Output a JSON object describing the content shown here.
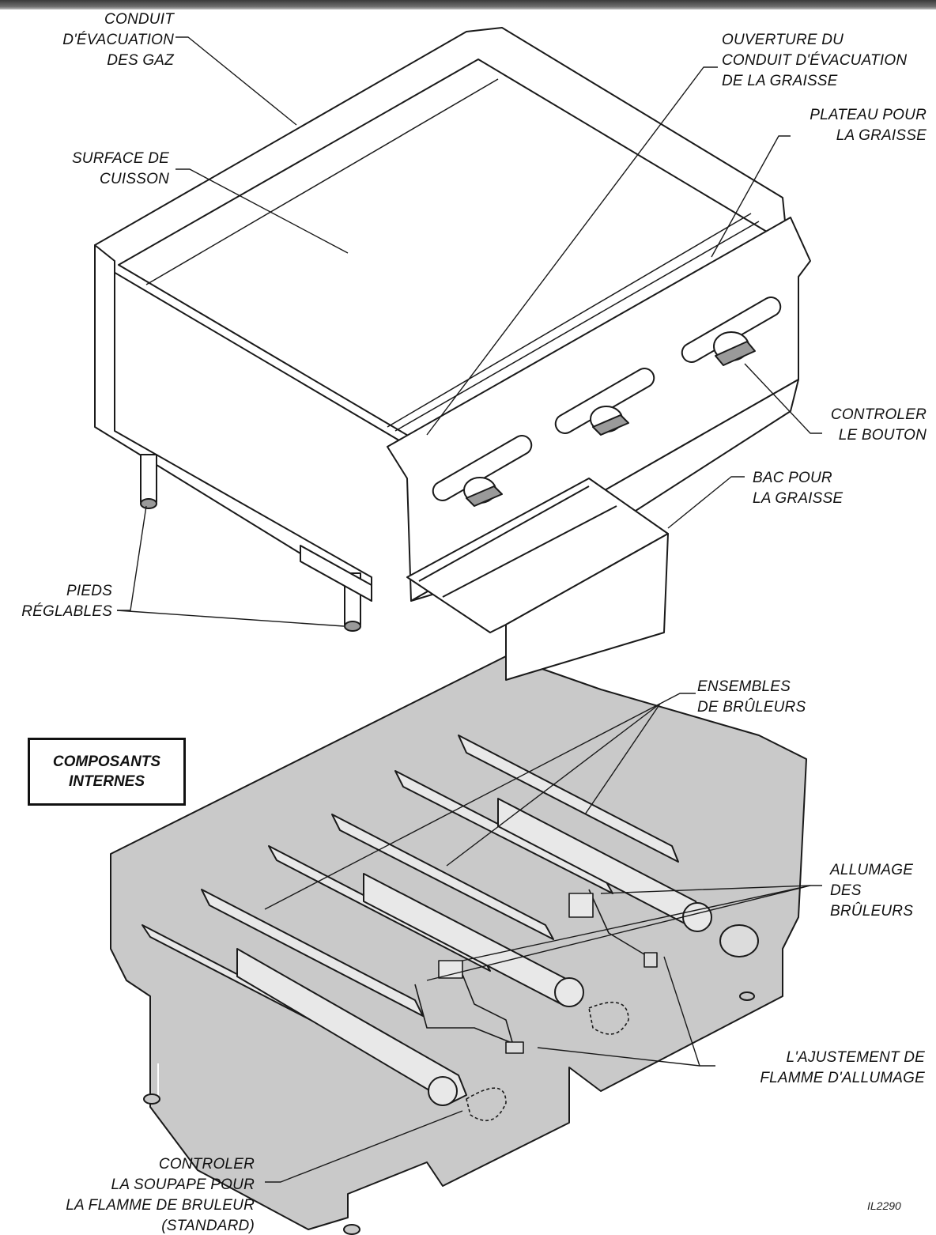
{
  "labels": {
    "exhaust": [
      "CONDUIT",
      "D'ÉVACUATION",
      "DES GAZ"
    ],
    "grease_opening": [
      "OUVERTURE DU",
      "CONDUIT D'ÉVACUATION",
      "DE LA GRAISSE"
    ],
    "grease_tray": [
      "PLATEAU POUR",
      "LA GRAISSE"
    ],
    "cooking_surface": [
      "SURFACE DE",
      "CUISSON"
    ],
    "control_knob": [
      "CONTROLER",
      "LE BOUTON"
    ],
    "grease_bin": [
      "BAC POUR",
      "LA GRAISSE"
    ],
    "legs": [
      "PIEDS",
      "RÉGLABLES"
    ],
    "burner_sets": [
      "ENSEMBLES",
      "DE BRÛLEURS"
    ],
    "pilots": [
      "ALLUMAGE",
      "DES",
      "BRÛLEURS"
    ],
    "pilot_adjust": [
      "L'AJUSTEMENT DE",
      "FLAMME D'ALLUMAGE"
    ],
    "burner_valve": [
      "CONTROLER",
      "LA SOUPAPE POUR",
      "LA FLAMME DE BRULEUR",
      "(STANDARD)"
    ]
  },
  "internal_box": [
    "COMPOSANTS",
    "INTERNES"
  ],
  "figure_id": "IL2290",
  "colors": {
    "base_gray": "#c9c9c9",
    "line": "#1a1a1a"
  }
}
